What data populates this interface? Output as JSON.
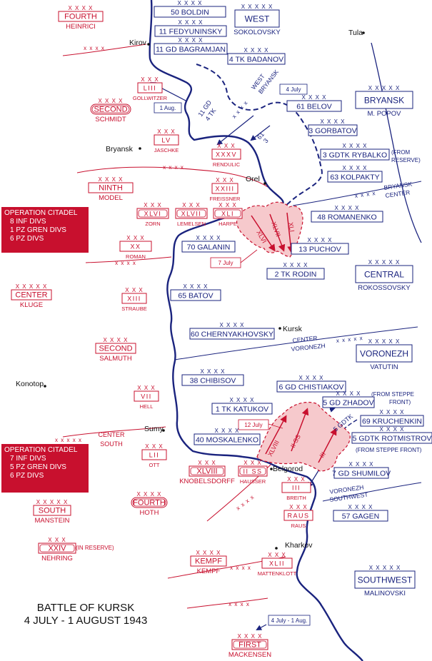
{
  "title": [
    "BATTLE OF KURSK",
    "4 JULY - 1 AUGUST 1943"
  ],
  "colors": {
    "german": "#c8102e",
    "soviet": "#1a237e",
    "attack_fill": "#f6c9cc"
  },
  "operation_citadel_north": {
    "heading": "OPERATION CITADEL",
    "lines": [
      "8 INF DIVS",
      "1 PZ GREN DIVS",
      "6 PZ DIVS"
    ]
  },
  "operation_citadel_south": {
    "heading": "OPERATION CITADEL",
    "lines": [
      "7 INF DIVS",
      "5 PZ GREN DIVS",
      "6 PZ DIVS"
    ]
  },
  "cities": {
    "tula": "Tula",
    "kirov": "Kirov",
    "bryansk": "Bryansk",
    "orel": "Orel",
    "kursk": "Kursk",
    "konotop": "Konotop",
    "sumy": "Sumy",
    "belgorod": "Belgorod",
    "kharkov": "Kharkov"
  },
  "boundaries": {
    "west_bryansk": [
      "WEST",
      "BRYANSK"
    ],
    "bryansk_center": [
      "BRYANSK",
      "CENTER"
    ],
    "center_voronezh": [
      "CENTER",
      "VORONEZH"
    ],
    "voronezh_southwest": [
      "VORONEZH",
      "SOUTHWEST"
    ],
    "center_south": [
      "CENTER",
      "SOUTH"
    ]
  },
  "date_labels": {
    "aug1": "1 Aug.",
    "july4": "4 July",
    "july7": "7 July",
    "july12": "12 July",
    "july4_aug1": "4 July - 1 Aug."
  },
  "arrow_labels": {
    "gd11_tk4": [
      "11 GD",
      "4 TK"
    ],
    "army61_3": [
      "61",
      "3"
    ],
    "gdtk5": "5 GDTK",
    "german_xli": "XLI",
    "german_xlvi": "XLVI",
    "german_xlvii": "XLVII",
    "german_xlviii": "XLVIII",
    "german_iiss": "II SS",
    "german_iii": "III"
  },
  "notes": {
    "from_reserve": [
      "(FROM",
      "RESERVE)"
    ],
    "from_steppe_front": "(FROM STEPPE FRONT)",
    "from_steppe_front_two": [
      "(FROM STEPPE",
      "FRONT)"
    ],
    "in_reserve": "(IN RESERVE)"
  },
  "german_units": [
    {
      "sym": "XXXX",
      "name": "FOURTH",
      "cmdr": "HEINRICI"
    },
    {
      "sym": "XXXX",
      "name": "SECOND",
      "cmdr": "SCHMIDT"
    },
    {
      "sym": "XXX",
      "name": "LIII",
      "cmdr": "GOLLWITZER"
    },
    {
      "sym": "XXX",
      "name": "LV",
      "cmdr": "JASCHKE"
    },
    {
      "sym": "XXX",
      "name": "XXXV",
      "cmdr": "RENDULIC"
    },
    {
      "sym": "XXXX",
      "name": "NINTH",
      "cmdr": "MODEL"
    },
    {
      "sym": "XXX",
      "name": "XXIII",
      "cmdr": "FREISSNER"
    },
    {
      "sym": "XXX",
      "name": "XLVI",
      "cmdr": "ZORN"
    },
    {
      "sym": "XXX",
      "name": "XLVII",
      "cmdr": "LEMELSEN"
    },
    {
      "sym": "XXX",
      "name": "XLI",
      "cmdr": "HARPE"
    },
    {
      "sym": "XXX",
      "name": "XX",
      "cmdr": "ROMAN"
    },
    {
      "sym": "XXXXX",
      "name": "CENTER",
      "cmdr": "KLUGE"
    },
    {
      "sym": "XXX",
      "name": "XIII",
      "cmdr": "STRAUBE"
    },
    {
      "sym": "XXXX",
      "name": "SECOND",
      "cmdr": "SALMUTH"
    },
    {
      "sym": "XXX",
      "name": "VII",
      "cmdr": "HELL"
    },
    {
      "sym": "XXX",
      "name": "LII",
      "cmdr": "OTT"
    },
    {
      "sym": "XXX",
      "name": "XLVIII",
      "cmdr": "KNOBELSDORFF"
    },
    {
      "sym": "XXX",
      "name": "II SS",
      "cmdr": "HAUSSER"
    },
    {
      "sym": "XXX",
      "name": "III",
      "cmdr": "BREITH"
    },
    {
      "sym": "XXXX",
      "name": "FOURTH",
      "cmdr": "HOTH"
    },
    {
      "sym": "XXXXX",
      "name": "SOUTH",
      "cmdr": "MANSTEIN"
    },
    {
      "sym": "XXX",
      "name": "RAUS",
      "cmdr": "RAUS"
    },
    {
      "sym": "XXX",
      "name": "XXIV",
      "cmdr": "NEHRING"
    },
    {
      "sym": "XXXX",
      "name": "KEMPF",
      "cmdr": "KEMPF"
    },
    {
      "sym": "XXX",
      "name": "XLII",
      "cmdr": "MATTENKLOTT"
    },
    {
      "sym": "XXXX",
      "name": "FIRST",
      "cmdr": "MACKENSEN"
    }
  ],
  "soviet_units": [
    {
      "sym": "XXXX",
      "name": "50 BOLDIN"
    },
    {
      "sym": "XXXX",
      "name": "11 FEDYUNINSKY"
    },
    {
      "sym": "XXXX",
      "name": "11 GD BAGRAMJAN"
    },
    {
      "sym": "XXXXX",
      "name": "WEST",
      "cmdr": "SOKOLOVSKY"
    },
    {
      "sym": "XXXX",
      "name": "4 TK BADANOV"
    },
    {
      "sym": "XXXXX",
      "name": "BRYANSK",
      "cmdr": "M. POPOV"
    },
    {
      "sym": "XXXX",
      "name": "61 BELOV"
    },
    {
      "sym": "XXXX",
      "name": "3 GORBATOV"
    },
    {
      "sym": "XXXX",
      "name": "3 GDTK RYBALKO"
    },
    {
      "sym": "XXXX",
      "name": "63 KOLPAKTY"
    },
    {
      "sym": "XXXX",
      "name": "48 ROMANENKO"
    },
    {
      "sym": "XXXX",
      "name": "70 GALANIN"
    },
    {
      "sym": "XXXX",
      "name": "13 PUCHOV"
    },
    {
      "sym": "XXXX",
      "name": "2 TK RODIN"
    },
    {
      "sym": "XXXXX",
      "name": "CENTRAL",
      "cmdr": "ROKOSSOVSKY"
    },
    {
      "sym": "XXXX",
      "name": "65 BATOV"
    },
    {
      "sym": "XXXX",
      "name": "60 CHERNYAKHOVSKY"
    },
    {
      "sym": "XXXXX",
      "name": "VORONEZH",
      "cmdr": "VATUTIN"
    },
    {
      "sym": "XXXX",
      "name": "38 CHIBISOV"
    },
    {
      "sym": "XXXX",
      "name": "6 GD CHISTIAKOV"
    },
    {
      "sym": "XXXX",
      "name": "5 GD ZHADOV"
    },
    {
      "sym": "XXXX",
      "name": "1 TK KATUKOV"
    },
    {
      "sym": "XXXX",
      "name": "69 KRUCHENKIN"
    },
    {
      "sym": "XXXX",
      "name": "5 GDTK ROTMISTROV"
    },
    {
      "sym": "XXXX",
      "name": "40 MOSKALENKO"
    },
    {
      "sym": "XXXX",
      "name": "7 GD SHUMILOV"
    },
    {
      "sym": "XXXX",
      "name": "57 GAGEN"
    },
    {
      "sym": "XXXXX",
      "name": "SOUTHWEST",
      "cmdr": "MALINOVSKI"
    }
  ]
}
